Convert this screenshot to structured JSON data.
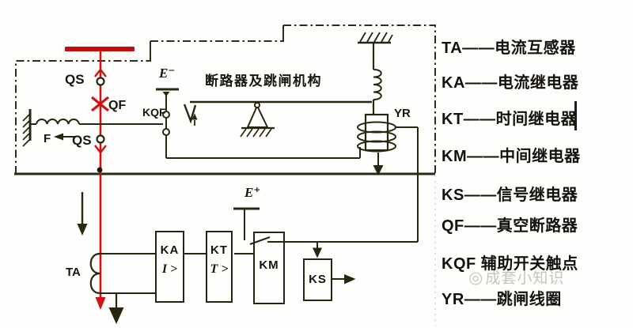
{
  "diagram": {
    "mechanism_title": "断路器及跳闸机构",
    "labels": {
      "qs_upper": "QS",
      "qf": "QF",
      "qs_lower": "QS",
      "f": "F",
      "kqf": "KQF",
      "e_minus": "E⁻",
      "e_plus": "E⁺",
      "yr": "YR",
      "ta": "TA"
    },
    "relays": {
      "ka": {
        "label": "KA",
        "sub": "I >"
      },
      "kt": {
        "label": "KT",
        "sub": "T >"
      },
      "km": {
        "label": "KM"
      },
      "ks": {
        "label": "KS"
      }
    }
  },
  "legend": {
    "items": [
      {
        "abbr": "TA",
        "desc": "电流互感器",
        "text": "TA——电流互感器"
      },
      {
        "abbr": "KA",
        "desc": "电流继电器",
        "text": "KA——电流继电器"
      },
      {
        "abbr": "KT",
        "desc": "时间继电器",
        "text": "KT——时间继电器"
      },
      {
        "abbr": "KM",
        "desc": "中间继电器",
        "text": "KM——中间继电器"
      },
      {
        "abbr": "KS",
        "desc": "信号继电器",
        "text": "KS——信号继电器"
      },
      {
        "abbr": "QF",
        "desc": "真空断路器",
        "text": "QF——真空断路器"
      },
      {
        "abbr": "KQF",
        "desc": "辅助开关触点",
        "text": "KQF 辅助开关触点"
      },
      {
        "abbr": "YR",
        "desc": "跳闸线圈",
        "text": "YR——跳闸线圈"
      }
    ]
  },
  "watermark": {
    "logo": "◎",
    "text": "成套小知识"
  },
  "colors": {
    "primary_red": "#ce1312",
    "line_dark": "#28260f"
  }
}
